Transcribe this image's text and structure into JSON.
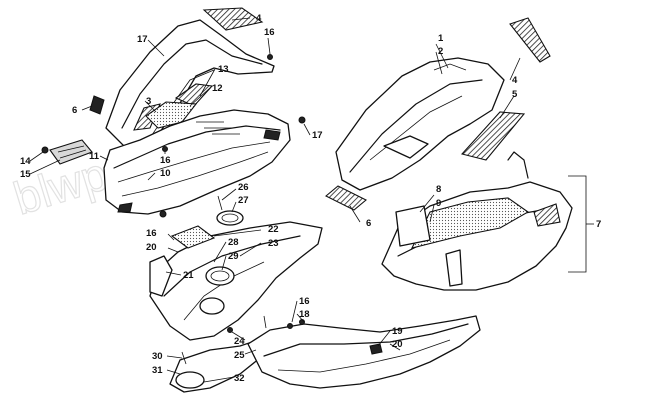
{
  "watermark": "blwparts.com",
  "callouts": {
    "c1": "1",
    "c2": "2",
    "c3": "3",
    "c4a": "4",
    "c4b": "4",
    "c5": "5",
    "c6a": "6",
    "c6b": "6",
    "c7": "7",
    "c8": "8",
    "c9": "9",
    "c10": "10",
    "c11": "11",
    "c12": "12",
    "c13": "13",
    "c14": "14",
    "c15": "15",
    "c16a": "16",
    "c16b": "16",
    "c16c": "16",
    "c16d": "16",
    "c17a": "17",
    "c17b": "17",
    "c18": "18",
    "c19": "19",
    "c20a": "20",
    "c20b": "20",
    "c21": "21",
    "c22": "22",
    "c23": "23",
    "c24": "24",
    "c25": "25",
    "c26": "26",
    "c27": "27",
    "c28": "28",
    "c29": "29",
    "c30": "30",
    "c31": "31",
    "c32": "32"
  }
}
